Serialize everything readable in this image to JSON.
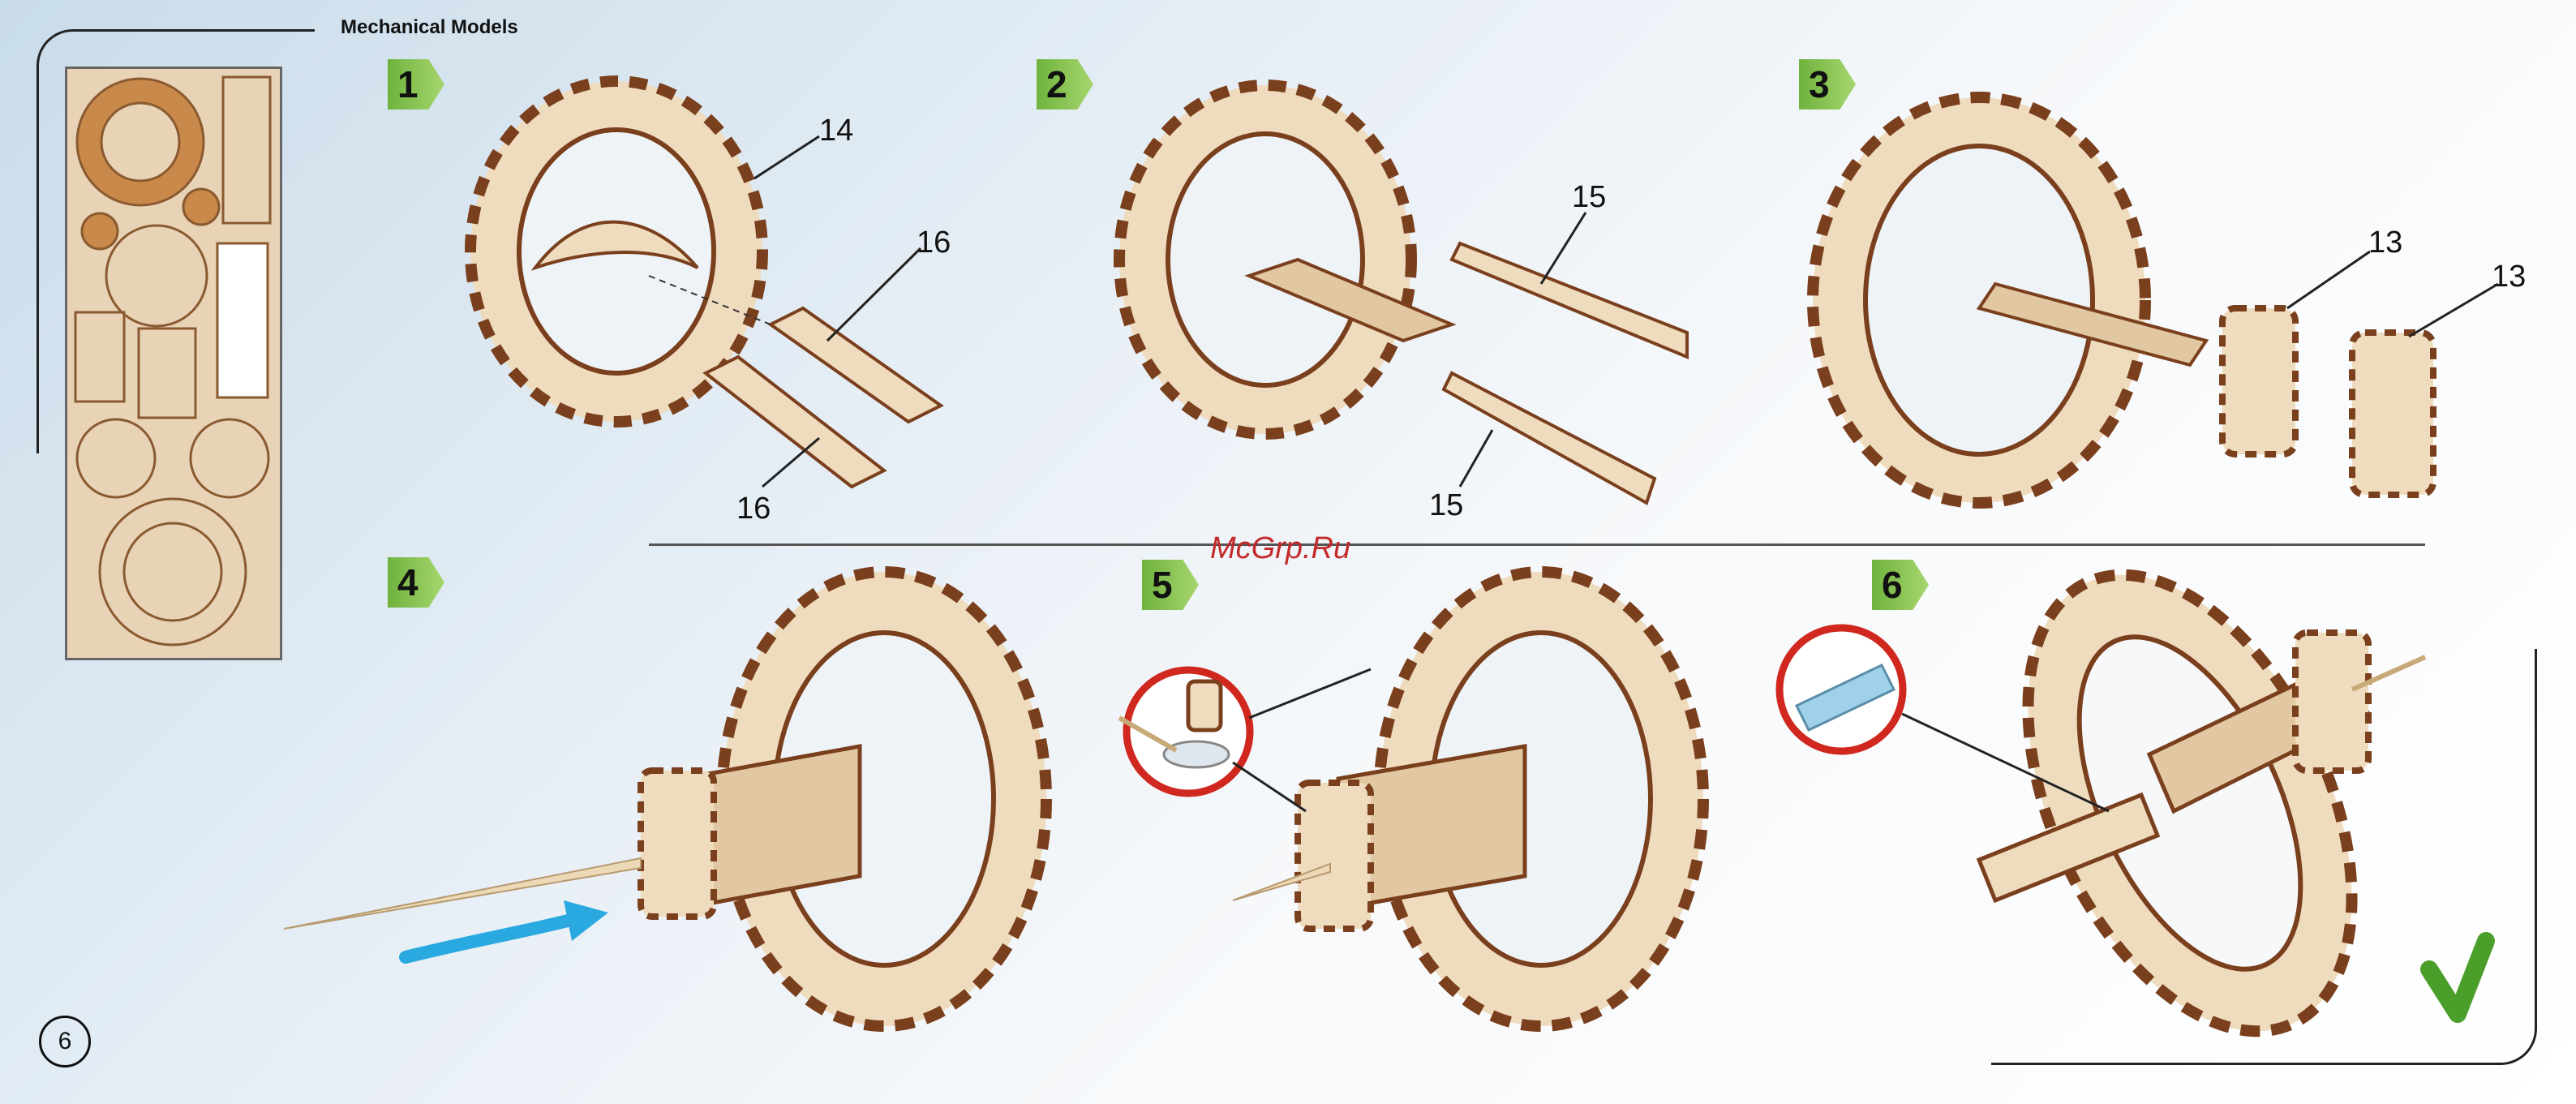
{
  "header": {
    "title": "Mechanical Models"
  },
  "watermark": "McGrp.Ru",
  "page_number": "6",
  "steps": [
    {
      "number": "1",
      "labels": [
        "14",
        "16",
        "16"
      ]
    },
    {
      "number": "2",
      "labels": [
        "15",
        "15"
      ]
    },
    {
      "number": "3",
      "labels": [
        "13",
        "13"
      ]
    },
    {
      "number": "4"
    },
    {
      "number": "5"
    },
    {
      "number": "6"
    }
  ],
  "colors": {
    "accent_green": "#7cbb45",
    "wood": "#efdcbf",
    "wood_dark": "#7a3f1c",
    "check": "#4a9e2a",
    "arrow": "#2aa9e0",
    "warn_red": "#d0281f"
  }
}
